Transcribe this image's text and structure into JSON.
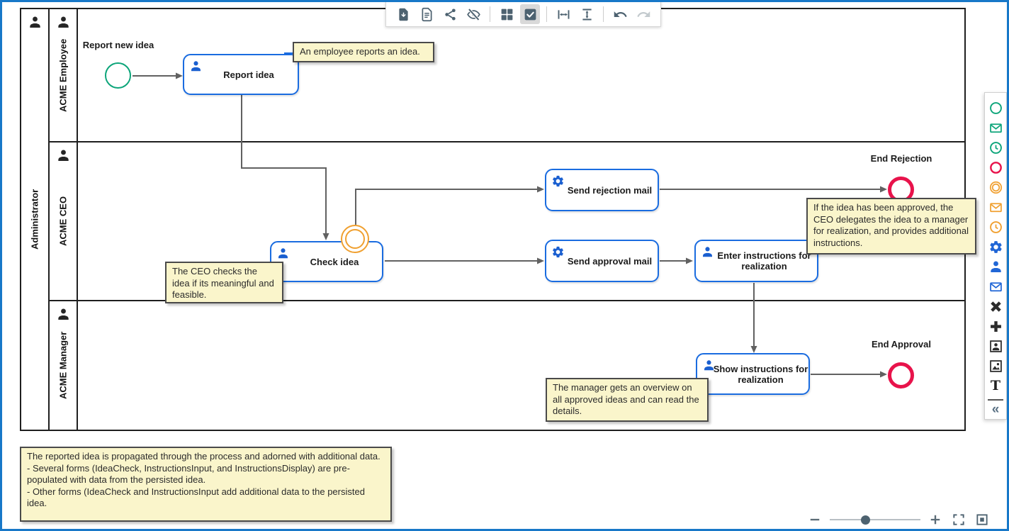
{
  "window": {
    "frame_color": "#1878c8"
  },
  "colors": {
    "task_border_blue": "#1a6ce0",
    "event_green": "#0da57a",
    "event_red": "#e8134b",
    "event_orange": "#f0a030",
    "annotation_yellow": "#faf5cb",
    "flow_gray": "#616161",
    "toolbar_icon_slate": "#4d6270"
  },
  "toolbar": {
    "buttons": [
      {
        "name": "export-file"
      },
      {
        "name": "document"
      },
      {
        "name": "share"
      },
      {
        "name": "hide-overlays"
      },
      {
        "name": "grid-view"
      },
      {
        "name": "validate",
        "active": true
      },
      {
        "name": "fit-width"
      },
      {
        "name": "fit-height"
      },
      {
        "name": "undo"
      },
      {
        "name": "redo",
        "disabled": true
      }
    ]
  },
  "pool": {
    "label": "Administrator",
    "lanes": [
      {
        "label": "ACME Employee"
      },
      {
        "label": "ACME CEO"
      },
      {
        "label": "ACME Manager"
      }
    ]
  },
  "diagram": {
    "events": [
      {
        "id": "start",
        "type": "start",
        "label": "Report new idea"
      },
      {
        "id": "end-rejection",
        "type": "end",
        "label": "End Rejection"
      },
      {
        "id": "end-approval",
        "type": "end",
        "label": "End Approval"
      },
      {
        "id": "boundary",
        "type": "intermediate-boundary",
        "label": ""
      }
    ],
    "tasks": [
      {
        "id": "report-idea",
        "label": "Report idea",
        "icon": "user"
      },
      {
        "id": "check-idea",
        "label": "Check idea",
        "icon": "user"
      },
      {
        "id": "send-rejection-mail",
        "label": "Send rejection mail",
        "icon": "service"
      },
      {
        "id": "send-approval-mail",
        "label": "Send approval mail",
        "icon": "service"
      },
      {
        "id": "enter-instructions",
        "label": "Enter instructions for realization",
        "icon": "user"
      },
      {
        "id": "show-instructions",
        "label": "Show instructions for realization",
        "icon": "user"
      }
    ],
    "annotations": [
      {
        "id": "employee-reports",
        "text": "An employee reports an idea."
      },
      {
        "id": "ceo-checks",
        "text": "The CEO checks the idea if its meaningful and feasible."
      },
      {
        "id": "idea-approved",
        "text": "If the idea has been approved, the CEO delegates the idea to a manager for realization, and provides additional instructions."
      },
      {
        "id": "manager-overview",
        "text": "The manager gets an overview on all approved ideas and can read the details."
      },
      {
        "id": "reported-idea",
        "text": "The reported idea is propagated through the process and adorned with additional data.\n- Several forms (IdeaCheck, InstructionsInput, and InstructionsDisplay) are pre-populated with data from the persisted idea.\n- Other forms (IdeaCheck and InstructionsInput add additional data to the persisted idea."
      }
    ]
  },
  "palette": {
    "items": [
      "start-event",
      "message-start-event",
      "timer-start-event",
      "end-event",
      "intermediate-event",
      "message-intermediate-event",
      "timer-intermediate-event",
      "service-task",
      "user-task",
      "send-task",
      "exclusive-gateway",
      "parallel-gateway",
      "user-image",
      "image",
      "text"
    ],
    "collapse_label": "«"
  },
  "zoom_controls": {
    "slider_percent": 35
  }
}
